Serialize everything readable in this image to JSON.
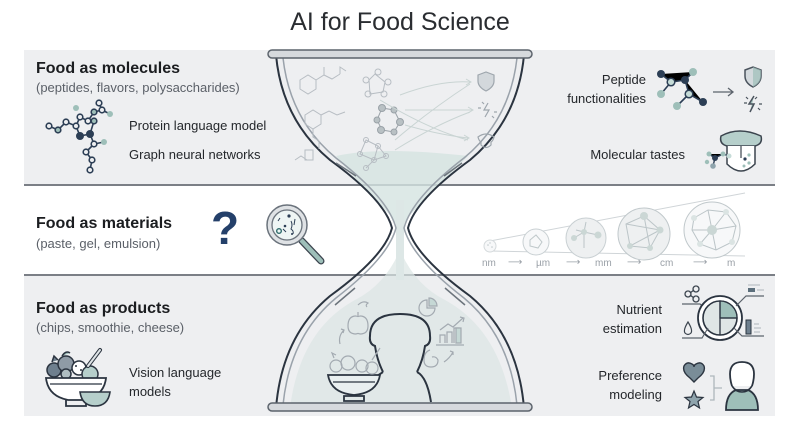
{
  "title": "AI for Food Science",
  "sections": {
    "molecules": {
      "heading": "Food as molecules",
      "subheading": "(peptides, flavors, polysaccharides)",
      "methods": [
        "Protein language model",
        "Graph neural networks"
      ],
      "applications": [
        "Peptide functionalities",
        "Molecular tastes"
      ],
      "application_lines": {
        "peptide_1": "Peptide",
        "peptide_2": "functionalities"
      }
    },
    "materials": {
      "heading": "Food as materials",
      "subheading": "(paste, gel, emulsion)",
      "unknown_symbol": "?",
      "scales": [
        "nm",
        "µm",
        "mm",
        "cm",
        "m"
      ],
      "scale_arrow": "⟶"
    },
    "products": {
      "heading": "Food as products",
      "subheading": "(chips, smoothie, cheese)",
      "method_lines": [
        "Vision language",
        "models"
      ],
      "nutrient_lines": [
        "Nutrient",
        "estimation"
      ],
      "preference_lines": [
        "Preference",
        "modeling"
      ]
    }
  },
  "colors": {
    "navy": "#2c3e55",
    "teal": "#9ebfb9",
    "band_gray": "#eeeff1",
    "divider": "#7b7f86",
    "outline": "#2b3440"
  }
}
